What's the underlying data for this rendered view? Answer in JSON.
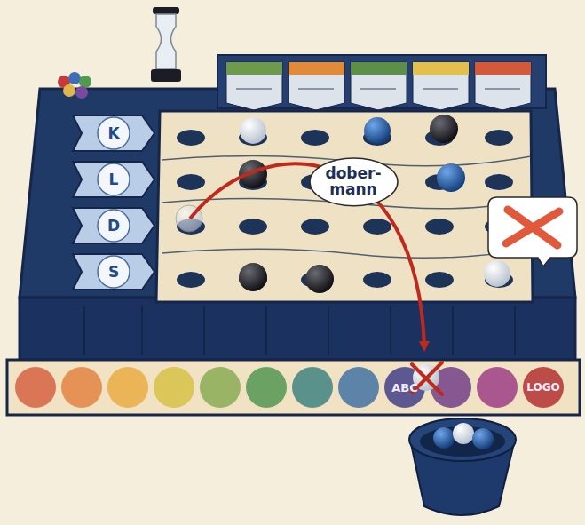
{
  "diagram": {
    "nodes": [
      {
        "text": [
          "K"
        ]
      },
      {
        "text": [
          "L"
        ]
      },
      {
        "text": [
          "D"
        ]
      },
      {
        "text": [
          "S"
        ]
      },
      {
        "text": [
          "dober- mann"
        ]
      }
    ],
    "labels": [
      "ABC",
      "LOGO"
    ]
  }
}
